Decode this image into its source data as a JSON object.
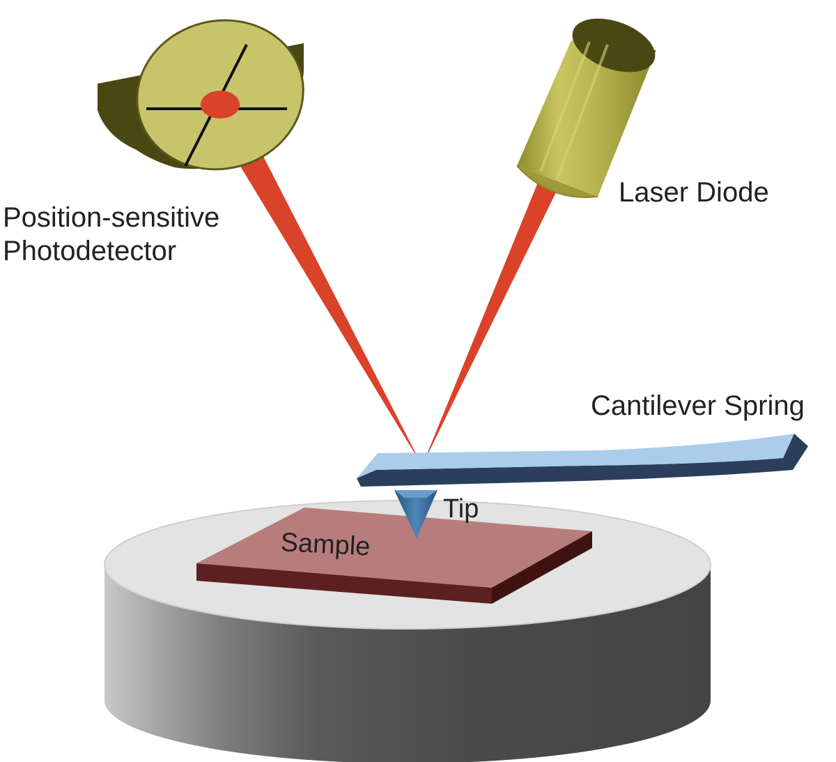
{
  "labels": {
    "photodetector_line1": "Position-sensitive",
    "photodetector_line2": "Photodetector",
    "laser_diode": "Laser Diode",
    "cantilever_spring": "Cantilever Spring",
    "tip": "Tip",
    "sample": "Sample"
  },
  "colors": {
    "laser_beam": "#d9432a",
    "detector_face": "#c8c46a",
    "detector_side": "#4a4812",
    "laser_body": "#b9b454",
    "cantilever": "#a9cdea",
    "cantilever_edge": "#2b3e5c",
    "tip": "#3b6d9c",
    "sample_top": "#b87d7d",
    "sample_side": "#5a1c1c",
    "stage_top": "#e2e2e2",
    "stage_side_dark": "#4f4f4f",
    "stage_side_light": "#bdbdbd"
  }
}
